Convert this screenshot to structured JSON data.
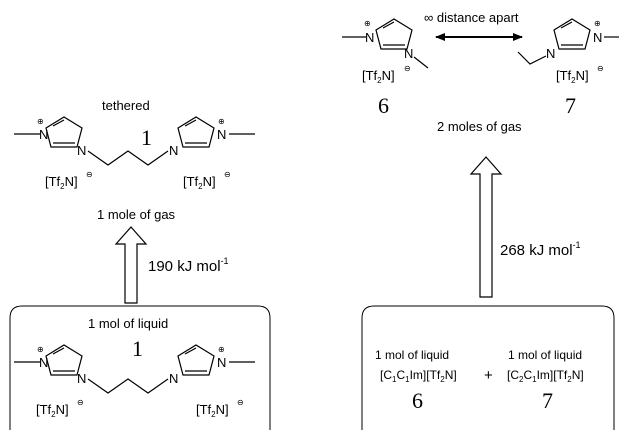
{
  "labels": {
    "tethered": "tethered",
    "compound_1": "1",
    "compound_6": "6",
    "compound_7": "7",
    "anion": "[Tf2N]",
    "anion_main": "[Tf",
    "anion_sub": "2",
    "anion_end": "N]",
    "cation_charge": "⊕",
    "anion_charge": "⊖",
    "one_mole_gas": "1 mole of gas",
    "two_moles_gas": "2 moles of gas",
    "distance_apart": "∞ distance apart",
    "one_mol_liquid": "1 mol of liquid",
    "plus": "+",
    "salt_6": {
      "a": "[C",
      "s1": "1",
      "b": "C",
      "s2": "1",
      "c": "Im][Tf",
      "s3": "2",
      "d": "N]"
    },
    "salt_7": {
      "a": "[C",
      "s1": "2",
      "b": "C",
      "s2": "1",
      "c": "Im][Tf",
      "s3": "2",
      "d": "N]"
    }
  },
  "energies": {
    "left": {
      "value": "190",
      "unit": "kJ mol",
      "exp": "-1"
    },
    "right": {
      "value": "268",
      "unit": "kJ mol",
      "exp": "-1"
    }
  }
}
